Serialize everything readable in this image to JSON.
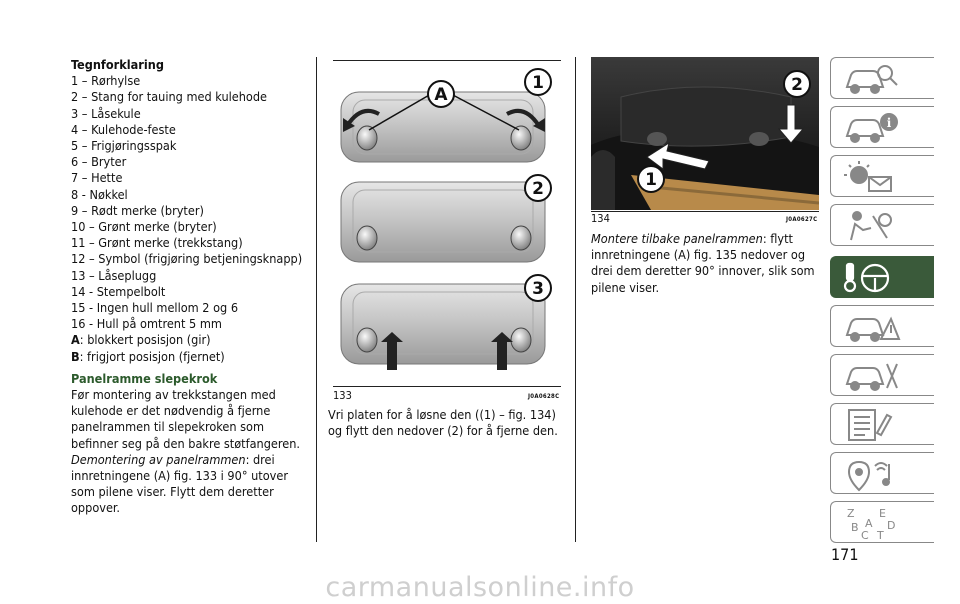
{
  "legend": {
    "title": "Tegnforklaring",
    "items": [
      "1 – Rørhylse",
      "2 – Stang for tauing med kulehode",
      "3 – Låsekule",
      "4 – Kulehode-feste",
      "5 – Frigjøringsspak",
      "6 – Bryter",
      "7 – Hette",
      "8 - Nøkkel",
      "9 – Rødt merke (bryter)",
      "10 – Grønt merke (bryter)",
      "11 – Grønt merke (trekkstang)",
      "12 – Symbol (frigjøring betjeningsknapp)",
      "13 – Låseplugg",
      "14 - Stempelbolt",
      "15 - Ingen hull mellom 2 og 6",
      "16 - Hull på omtrent 5 mm"
    ],
    "a_key": "A",
    "a_text": ": blokkert posisjon (gir)",
    "b_key": "B",
    "b_text": ": frigjort posisjon (fjernet)"
  },
  "section": {
    "heading": "Panelramme slepekrok",
    "intro": "Før montering av trekkstangen med kulehode er det nødvendig å fjerne panelrammen til slepekroken som befinner seg på den bakre støtfangeren.",
    "removal_label": "Demontering av panelrammen",
    "removal_text": ": drei innretningene (A) fig. 133 i 90° utover som pilene viser. Flytt dem deretter oppover."
  },
  "figure133": {
    "number": "133",
    "code": "J0A0628C",
    "callouts": [
      "A",
      "1",
      "2",
      "3"
    ],
    "caption": "Vri platen for å løsne den ((1) – fig. 134) og flytt den nedover (2) for å fjerne den."
  },
  "figure134": {
    "number": "134",
    "code": "J0A0627C",
    "callouts": [
      "2",
      "1"
    ]
  },
  "refit": {
    "label": "Montere tilbake panelrammen",
    "text": ": flytt innretningene (A) fig. 135 nedover og drei dem deretter 90° innover, slik som pilene viser."
  },
  "sidebar": {
    "icons": [
      "car-search-icon",
      "car-info-icon",
      "warning-light-icon",
      "airbag-person-icon",
      "key-steering-wheel-icon",
      "car-crash-icon",
      "car-tools-icon",
      "checklist-icon",
      "media-navigation-icon",
      "alphabet-index-icon"
    ],
    "active_index": 4
  },
  "page_number": "171",
  "watermark": "carmanualsonline.info"
}
